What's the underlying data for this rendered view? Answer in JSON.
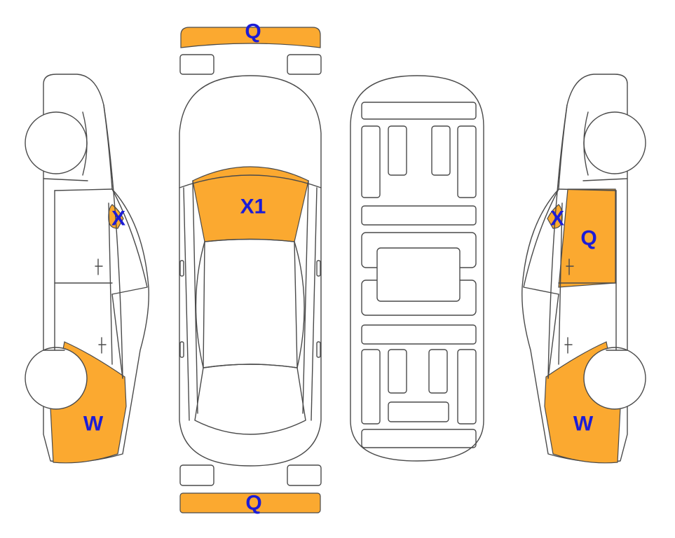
{
  "colors": {
    "damage_fill": "#fba930",
    "label_text": "#1c1cd6",
    "outline": "#4a4a4a"
  },
  "labels": {
    "front_bumper": "Q",
    "rear_bumper": "Q",
    "windshield": "X1",
    "left_quarter_window": "X",
    "left_rear_fender": "W",
    "right_quarter_window": "X",
    "right_rear_door": "Q",
    "right_rear_fender": "W"
  }
}
